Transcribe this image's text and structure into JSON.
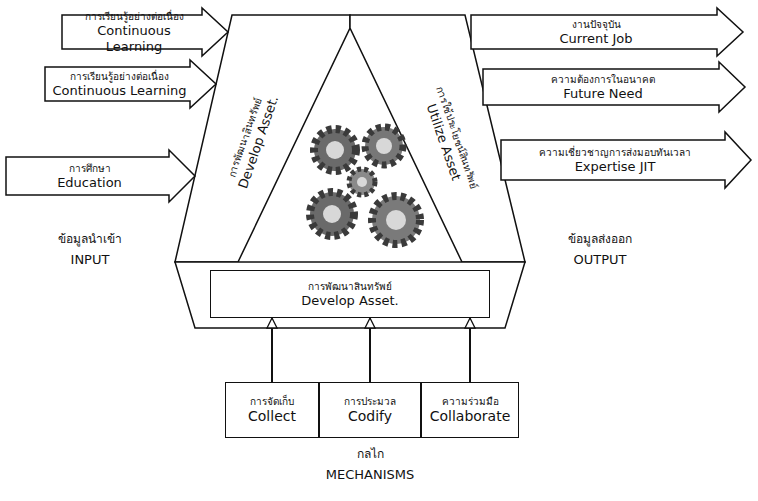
{
  "diagram": {
    "nodes": [
      {
        "text": [
          "การเรียนรู้อย่างต่อเนื่อง",
          "Continuous Learning"
        ]
      },
      {
        "text": [
          "การเรียนรู้อย่างต่อเนื่อง",
          "Continuous Learning"
        ]
      },
      {
        "text": [
          "การศึกษา",
          "Education"
        ]
      },
      {
        "text": [
          "การพัฒนาสินทรัพย์",
          "Develop Asset."
        ]
      },
      {
        "text": [
          "การใช้ประโยชน์สินทรัพย์",
          "Utilize Asset"
        ]
      },
      {
        "text": [
          "การพัฒนาสินทรัพย์",
          "Develop Asset."
        ]
      },
      {
        "text": [
          "งานปัจจุบัน",
          "Current Job"
        ]
      },
      {
        "text": [
          "ความต้องการในอนาคต",
          "Future Need"
        ]
      },
      {
        "text": [
          "ความเชี่ยวชาญการส่งมอบทันเวลา",
          "Expertise JIT"
        ]
      },
      {
        "text": [
          "การจัดเก็บ",
          "Collect"
        ]
      },
      {
        "text": [
          "การประมวล",
          "Codify"
        ]
      },
      {
        "text": [
          "ความร่วมมือ",
          "Collaborate"
        ]
      }
    ],
    "edges": [
      {
        "from": 9,
        "to": 5,
        "arrow": "to"
      },
      {
        "from": 10,
        "to": 5,
        "arrow": "to"
      },
      {
        "from": 11,
        "to": 5,
        "arrow": "to"
      }
    ],
    "labels": [
      "ข้อมูลนำเข้า",
      "INPUT",
      "ข้อมูลส่งออก",
      "OUTPUT",
      "กลไก",
      "MECHANISMS"
    ]
  }
}
